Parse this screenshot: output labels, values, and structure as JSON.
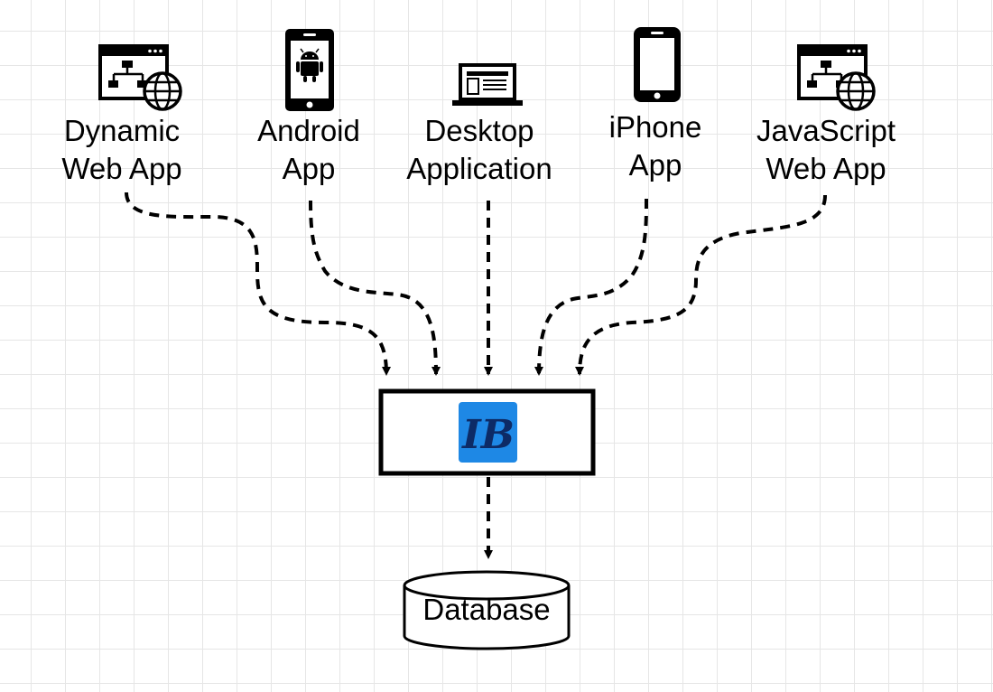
{
  "clients": [
    {
      "id": "dynamic-web-app",
      "line1": "Dynamic",
      "line2": "Web App",
      "icon": "website-globe-icon"
    },
    {
      "id": "android-app",
      "line1": "Android",
      "line2": "App",
      "icon": "android-phone-icon"
    },
    {
      "id": "desktop-application",
      "line1": "Desktop",
      "line2": "Application",
      "icon": "laptop-icon"
    },
    {
      "id": "iphone-app",
      "line1": "iPhone",
      "line2": "App",
      "icon": "iphone-icon"
    },
    {
      "id": "javascript-web-app",
      "line1": "JavaScript",
      "line2": "Web App",
      "icon": "website-globe-icon"
    }
  ],
  "server": {
    "logo_text": "IB",
    "logo_color": "#1e88e5",
    "logo_text_color": "#0d2b66"
  },
  "database": {
    "label": "Database"
  }
}
